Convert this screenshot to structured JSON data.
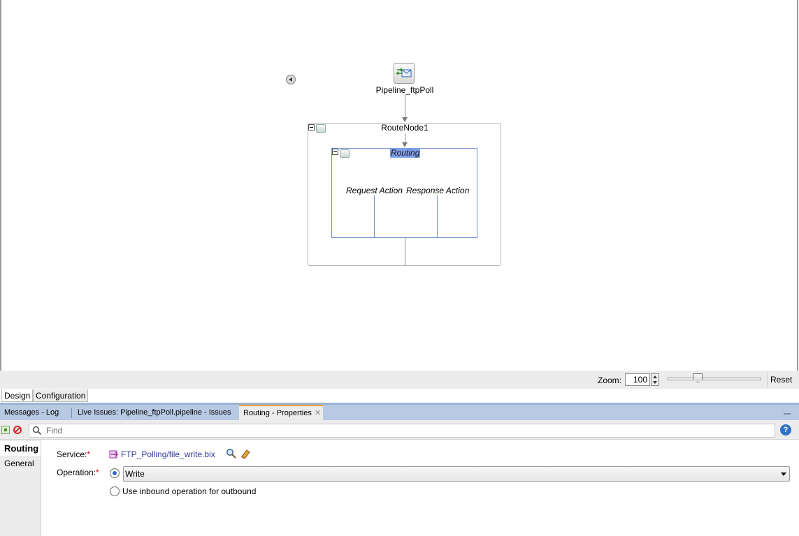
{
  "canvas": {
    "pipeline_label": "Pipeline_ftpPoll",
    "route_node_label": "RouteNode1",
    "routing_label": "Routing",
    "request_action_label": "Request Action",
    "response_action_label": "Response Action"
  },
  "zoom": {
    "label": "Zoom:",
    "value": "100",
    "reset_label": "Reset"
  },
  "editor_tabs": [
    "Design",
    "Configuration"
  ],
  "panel_tabs": [
    {
      "label": "Messages - Log",
      "active": false
    },
    {
      "label": "Live Issues: Pipeline_ftpPoll.pipeline - Issues",
      "active": false
    },
    {
      "label": "Routing - Properties",
      "active": true,
      "close_icon": "close-icon"
    }
  ],
  "toolbar": {
    "find_placeholder": "Find",
    "help_label": "?"
  },
  "left_nav": [
    "Routing",
    "General"
  ],
  "properties": {
    "service_label": "Service:",
    "required_mark": "*",
    "service_value": "FTP_Polling/file_write.bix",
    "operation_label": "Operation:",
    "operation_value": "Write",
    "inbound_option_label": "Use inbound operation for outbound"
  },
  "colors": {
    "accent_tab": "#f0a030",
    "panel_tab_bg": "#b8c9e3",
    "routing_highlight": "#7d9ee8",
    "link": "#2f3d9c",
    "required": "#d0021b"
  }
}
